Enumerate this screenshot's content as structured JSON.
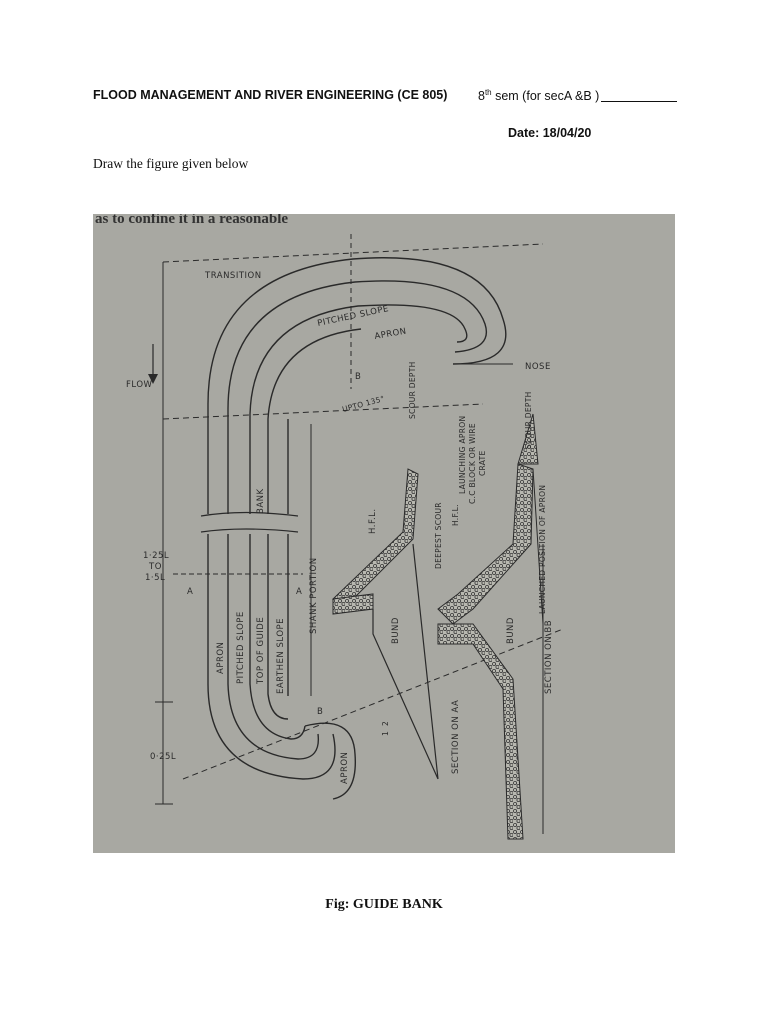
{
  "header": {
    "course_title": "FLOOD MANAGEMENT AND RIVER ENGINEERING (CE 805)",
    "semester_num": "8",
    "semester_sup": "th",
    "semester_rest": " sem (for secA &B )",
    "date": "Date: 18/04/20"
  },
  "instruction": "Draw the figure given below",
  "figure": {
    "top_text": "as to confine it in a reasonable",
    "labels": {
      "transition": "TRANSITION",
      "pitched_slope_arc": "PITCHED SLOPE",
      "apron_arc": "APRON",
      "nose": "NOSE",
      "flow": "FLOW",
      "upto_135": "UPTO 135°",
      "length_main_1": "1·25L",
      "length_main_2": "TO",
      "length_main_3": "1·5L",
      "section_a": "A",
      "section_b": "B",
      "length_small": "0·25L",
      "apron_strip": "APRON",
      "pitched_slope_strip": "PITCHED SLOPE",
      "top_of_guide": "TOP OF GUIDE",
      "earthen_slope": "EARTHEN SLOPE",
      "bank": "BANK",
      "shank_portion": "SHANK PORTION",
      "apron_tail": "APRON",
      "hfl_1": "H.F.L.",
      "deepest_scour": "DEEPEST SCOUR",
      "hfl_2": "H.F.L.",
      "launching_apron": "LAUNCHING APRON",
      "cc_block": "C.C BLOCK OR WIRE",
      "crate": "CRATE",
      "scour_depth_1": "SCOUR DEPTH",
      "scour_depth_2": "SCOUR DEPTH",
      "bund_1": "BUND",
      "bund_2": "BUND",
      "launched_position": "LAUNCHED POSITION OF APRON",
      "section_aa": "SECTION ON AA",
      "section_bb": "SECTION ON BB",
      "slope_2": "2",
      "slope_1": "1"
    }
  },
  "caption": "Fig: GUIDE BANK"
}
